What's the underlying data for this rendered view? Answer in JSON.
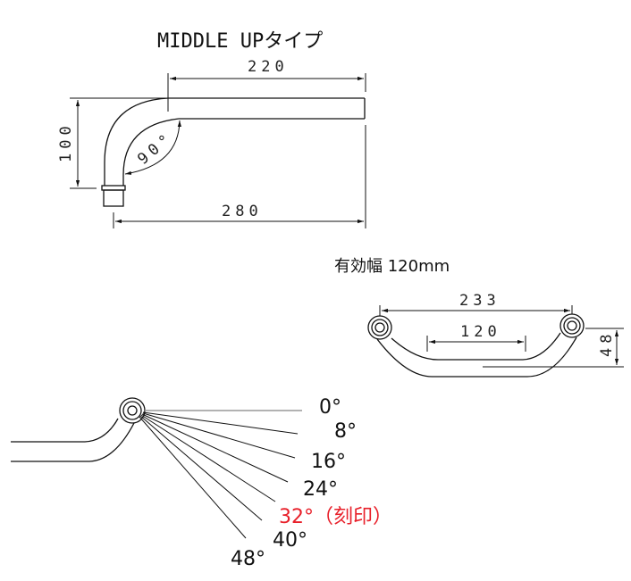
{
  "top_drawing": {
    "title": "MIDDLE UPタイプ",
    "dim_length": "220",
    "dim_height": "100",
    "dim_total": "280",
    "dim_angle": "90°"
  },
  "mid_drawing": {
    "title": "有効幅 120mm",
    "dim_outer": "233",
    "dim_inner": "120",
    "dim_depth": "48"
  },
  "angle_drawing": {
    "labels": [
      {
        "text": "0°"
      },
      {
        "text": "8°"
      },
      {
        "text": "16°"
      },
      {
        "text": "24°"
      },
      {
        "text": "32°（刻印）",
        "highlight": true
      },
      {
        "text": "40°"
      },
      {
        "text": "48°"
      }
    ],
    "highlight_color": "#e8202a"
  }
}
